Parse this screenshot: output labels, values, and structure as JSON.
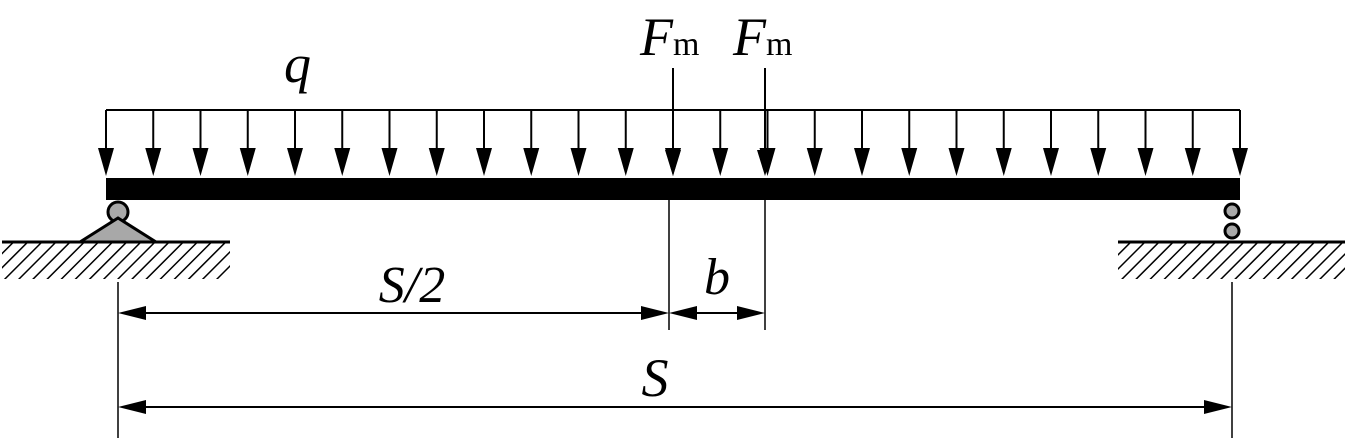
{
  "labels": {
    "load": "q",
    "force_symbol": "F",
    "force_subscript": "m",
    "half_span": "S/2",
    "spacing": "b",
    "span": "S"
  },
  "colors": {
    "ink": "#000000",
    "support_fill": "#a8a8a8"
  },
  "icons": {
    "left_support": "pin-support-icon",
    "right_support": "roller-support-icon",
    "ground": "hatched-ground-icon"
  }
}
